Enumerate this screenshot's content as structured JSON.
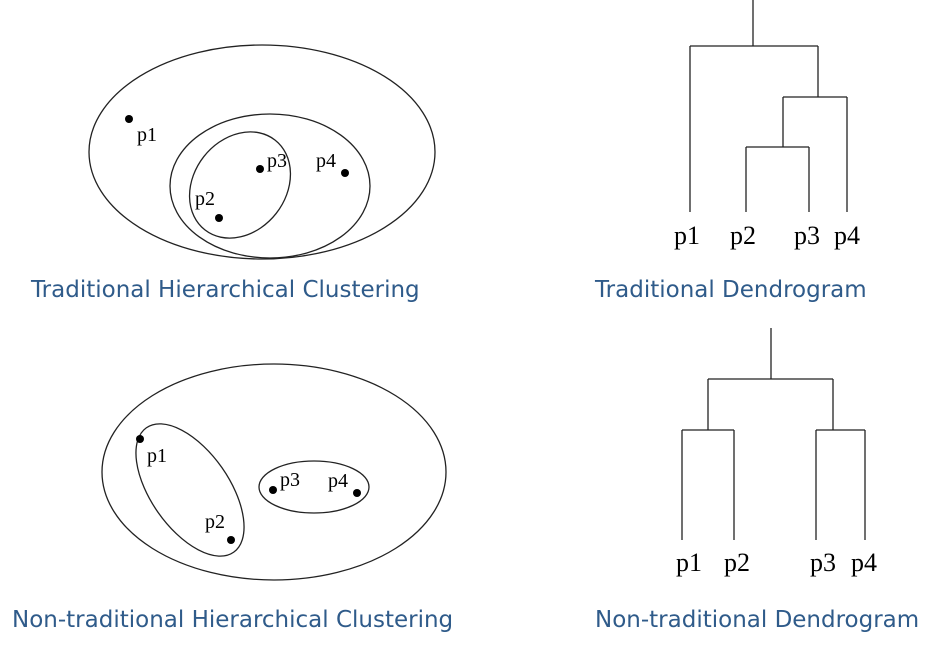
{
  "panels": {
    "traditional_clustering": {
      "caption": "Traditional Hierarchical Clustering",
      "points": [
        "p1",
        "p2",
        "p3",
        "p4"
      ]
    },
    "traditional_dendrogram": {
      "caption": "Traditional Dendrogram",
      "leaves": [
        "p1",
        "p2",
        "p3",
        "p4"
      ]
    },
    "nontraditional_clustering": {
      "caption": "Non-traditional Hierarchical Clustering",
      "points": [
        "p1",
        "p2",
        "p3",
        "p4"
      ]
    },
    "nontraditional_dendrogram": {
      "caption": "Non-traditional Dendrogram",
      "leaves": [
        "p1",
        "p2",
        "p3",
        "p4"
      ]
    }
  },
  "colors": {
    "caption": "#2f5b8a",
    "lines": "#222222"
  }
}
